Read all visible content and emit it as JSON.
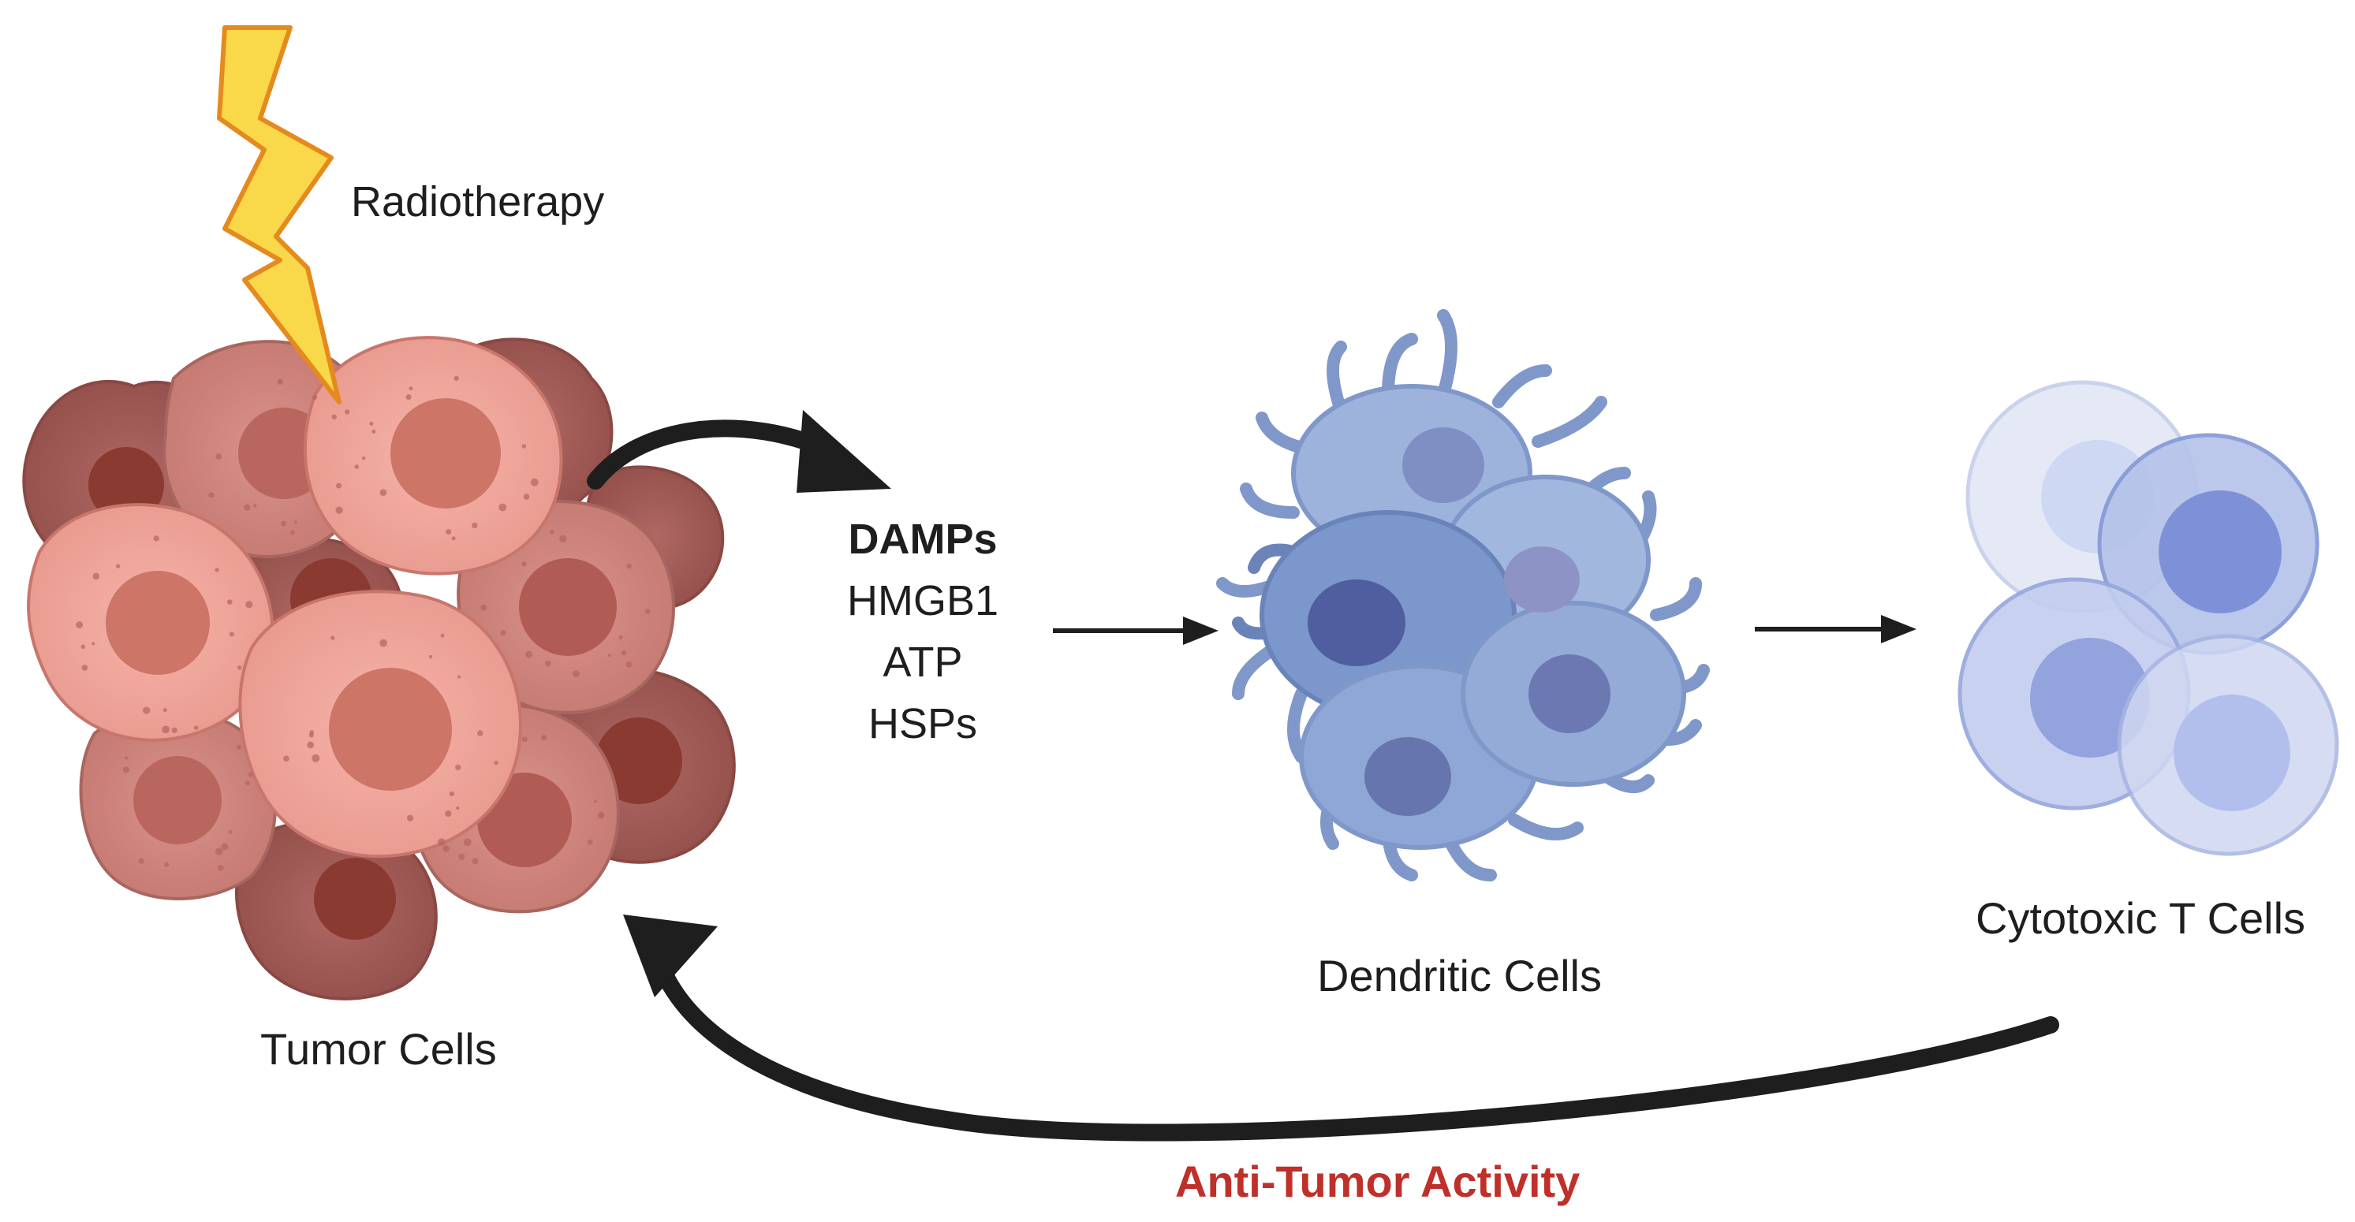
{
  "labels": {
    "radiotherapy": "Radiotherapy",
    "tumor_cells": "Tumor Cells",
    "dendritic_cells": "Dendritic Cells",
    "cytotoxic_t_cells": "Cytotoxic T Cells",
    "anti_tumor_activity": "Anti-Tumor Activity"
  },
  "damps": {
    "title": "DAMPs",
    "items": [
      "HMGB1",
      "ATP",
      "HSPs"
    ]
  },
  "colors": {
    "lightning_fill": "#f9d84a",
    "lightning_stroke": "#e58a1e",
    "tumor_light": "#eda49a",
    "tumor_mid": "#cf837b",
    "tumor_dark": "#a55a55",
    "dendritic": "#8fa9d4",
    "tcell": "#a9b8e6",
    "arrow": "#1e1e1e",
    "anti_tumor": "#c0302a"
  }
}
